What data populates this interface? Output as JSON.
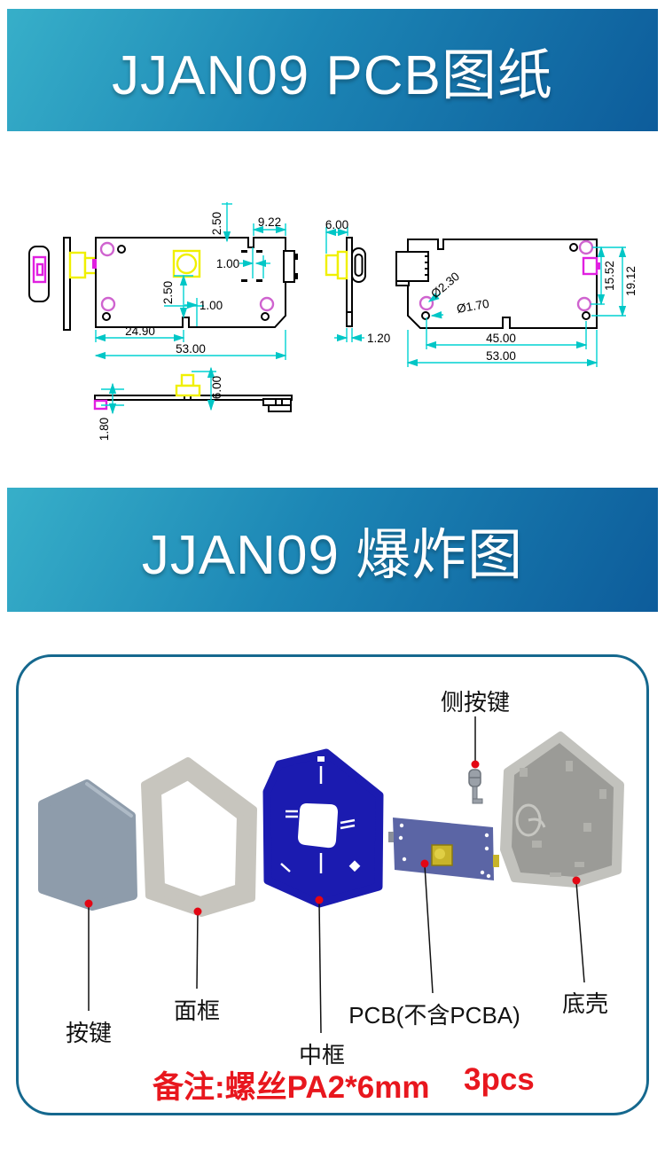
{
  "banners": {
    "pcb_title": "JJAN09 PCB图纸",
    "exploded_title": "JJAN09 爆炸图"
  },
  "pcb": {
    "dims": {
      "top_2_50": "2.50",
      "top_9_22": "9.22",
      "top_1_00": "1.00",
      "mid_2_50": "2.50",
      "mid_1_00": "1.00",
      "bottom_24_90": "24.90",
      "bottom_53_00": "53.00",
      "sideb_6_00": "6.00",
      "sideb_1_20": "1.20",
      "hole_dia_big": "Ø2.30",
      "hole_dia_small": "Ø1.70",
      "right_45_00": "45.00",
      "right_53_00": "53.00",
      "right_15_52": "15.52",
      "right_19_12": "19.12",
      "front_6_00": "6.00",
      "front_1_80": "1.80"
    },
    "colors": {
      "dimension_line": "#00d2d2",
      "hole_accent": "#cf63cf",
      "connector_accent": "#e020e0",
      "component": "#f0f000"
    }
  },
  "exploded": {
    "labels": {
      "side_button": "侧按键",
      "button": "按键",
      "front_frame": "面框",
      "middle_frame": "中框",
      "pcb": "PCB(不含PCBA)",
      "bottom_shell": "底壳"
    },
    "note": {
      "text": "备注:螺丝PA2*6mm",
      "qty": "3pcs",
      "color": "#e8171e"
    },
    "colors": {
      "box_border": "#15688e",
      "middle_frame_blue": "#1b1bb0",
      "pcb_purple": "#5b65a5",
      "marker_red": "#e30613"
    }
  }
}
